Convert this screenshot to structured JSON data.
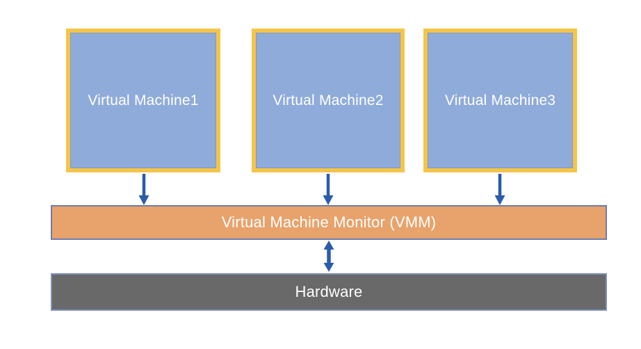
{
  "diagram": {
    "vm_boxes": [
      {
        "label": "Virtual Machine1"
      },
      {
        "label": "Virtual Machine2"
      },
      {
        "label": "Virtual Machine3"
      }
    ],
    "vmm": {
      "label": "Virtual Machine Monitor (VMM)"
    },
    "hardware": {
      "label": "Hardware"
    },
    "icons": {
      "vm_to_vmm": "down-arrow-icon",
      "vmm_to_hardware": "double-vertical-arrow-icon"
    },
    "colors": {
      "bg": "#ffffff",
      "vm-fill": "#8fabd9",
      "vm-border-gold": "#f4c54a",
      "vm-inner-line": "#7d9bc9",
      "vmm-fill": "#e8a26b",
      "vmm-border": "#6b7cad",
      "hw-fill": "#696969",
      "hw-border": "#7e90c0",
      "arrow": "#2b5cab",
      "label-text": "#ffffff"
    }
  }
}
